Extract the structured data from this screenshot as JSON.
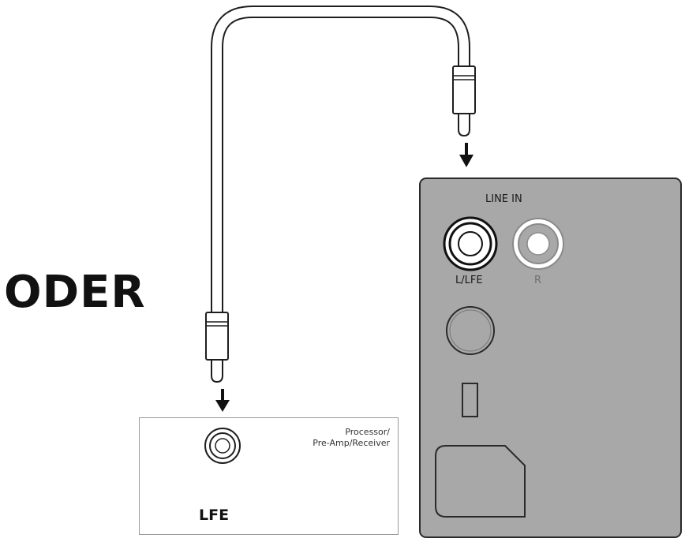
{
  "heading": "ODER",
  "device": {
    "line1": "Processor/",
    "line2": "Pre-Amp/Receiver",
    "output_label": "LFE"
  },
  "panel": {
    "section_label": "LINE IN",
    "jack_left_label": "L/LFE",
    "jack_right_label": "R"
  },
  "colors": {
    "panel_fill": "#a8a8a8",
    "outline": "#2a2a2a",
    "inactive_label": "#707070"
  },
  "icons": [
    "down-arrow-icon",
    "rca-plug-icon",
    "rca-jack-icon",
    "power-inlet-icon"
  ]
}
